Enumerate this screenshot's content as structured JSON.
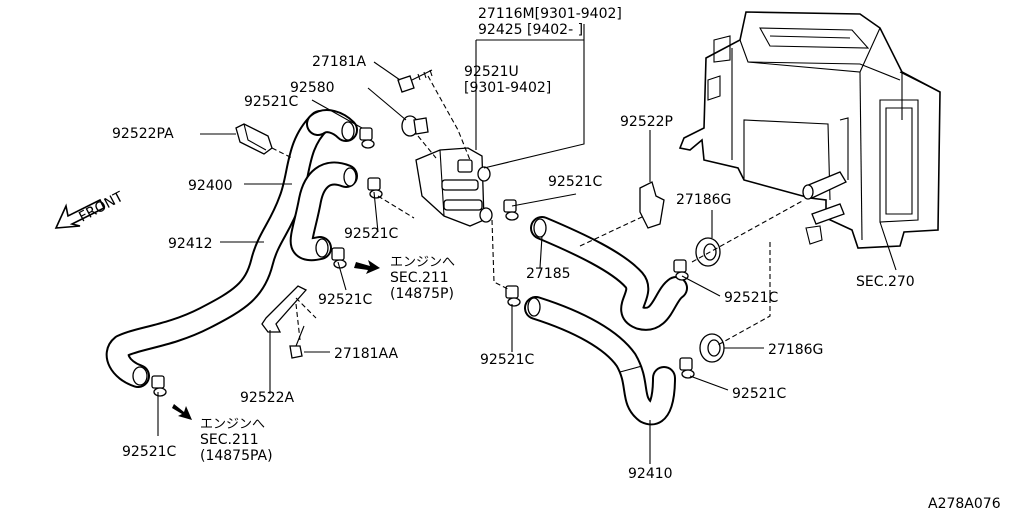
{
  "diagram_id": "A278A076",
  "parts": {
    "p27116m": "27116M[9301-9402]",
    "p92425": "92425 [9402-    ]",
    "p27181a": "27181A",
    "p92580": "92580",
    "p92521u": "92521U",
    "p92521u_range": "[9301-9402]",
    "p92522pa": "92522PA",
    "p92400": "92400",
    "p92412": "92412",
    "p92522a": "92522A",
    "p27181aa": "27181AA",
    "p27185": "27185",
    "p92522p": "92522P",
    "p27186g": "27186G",
    "p92410": "92410",
    "clip": "92521C"
  },
  "references": {
    "engine_jp": "エンジンへ",
    "sec211": "SEC.211",
    "ref_14875p": "(14875P)",
    "ref_14875pa": "(14875PA)",
    "sec270": "SEC.270"
  },
  "front_label": "FRONT"
}
